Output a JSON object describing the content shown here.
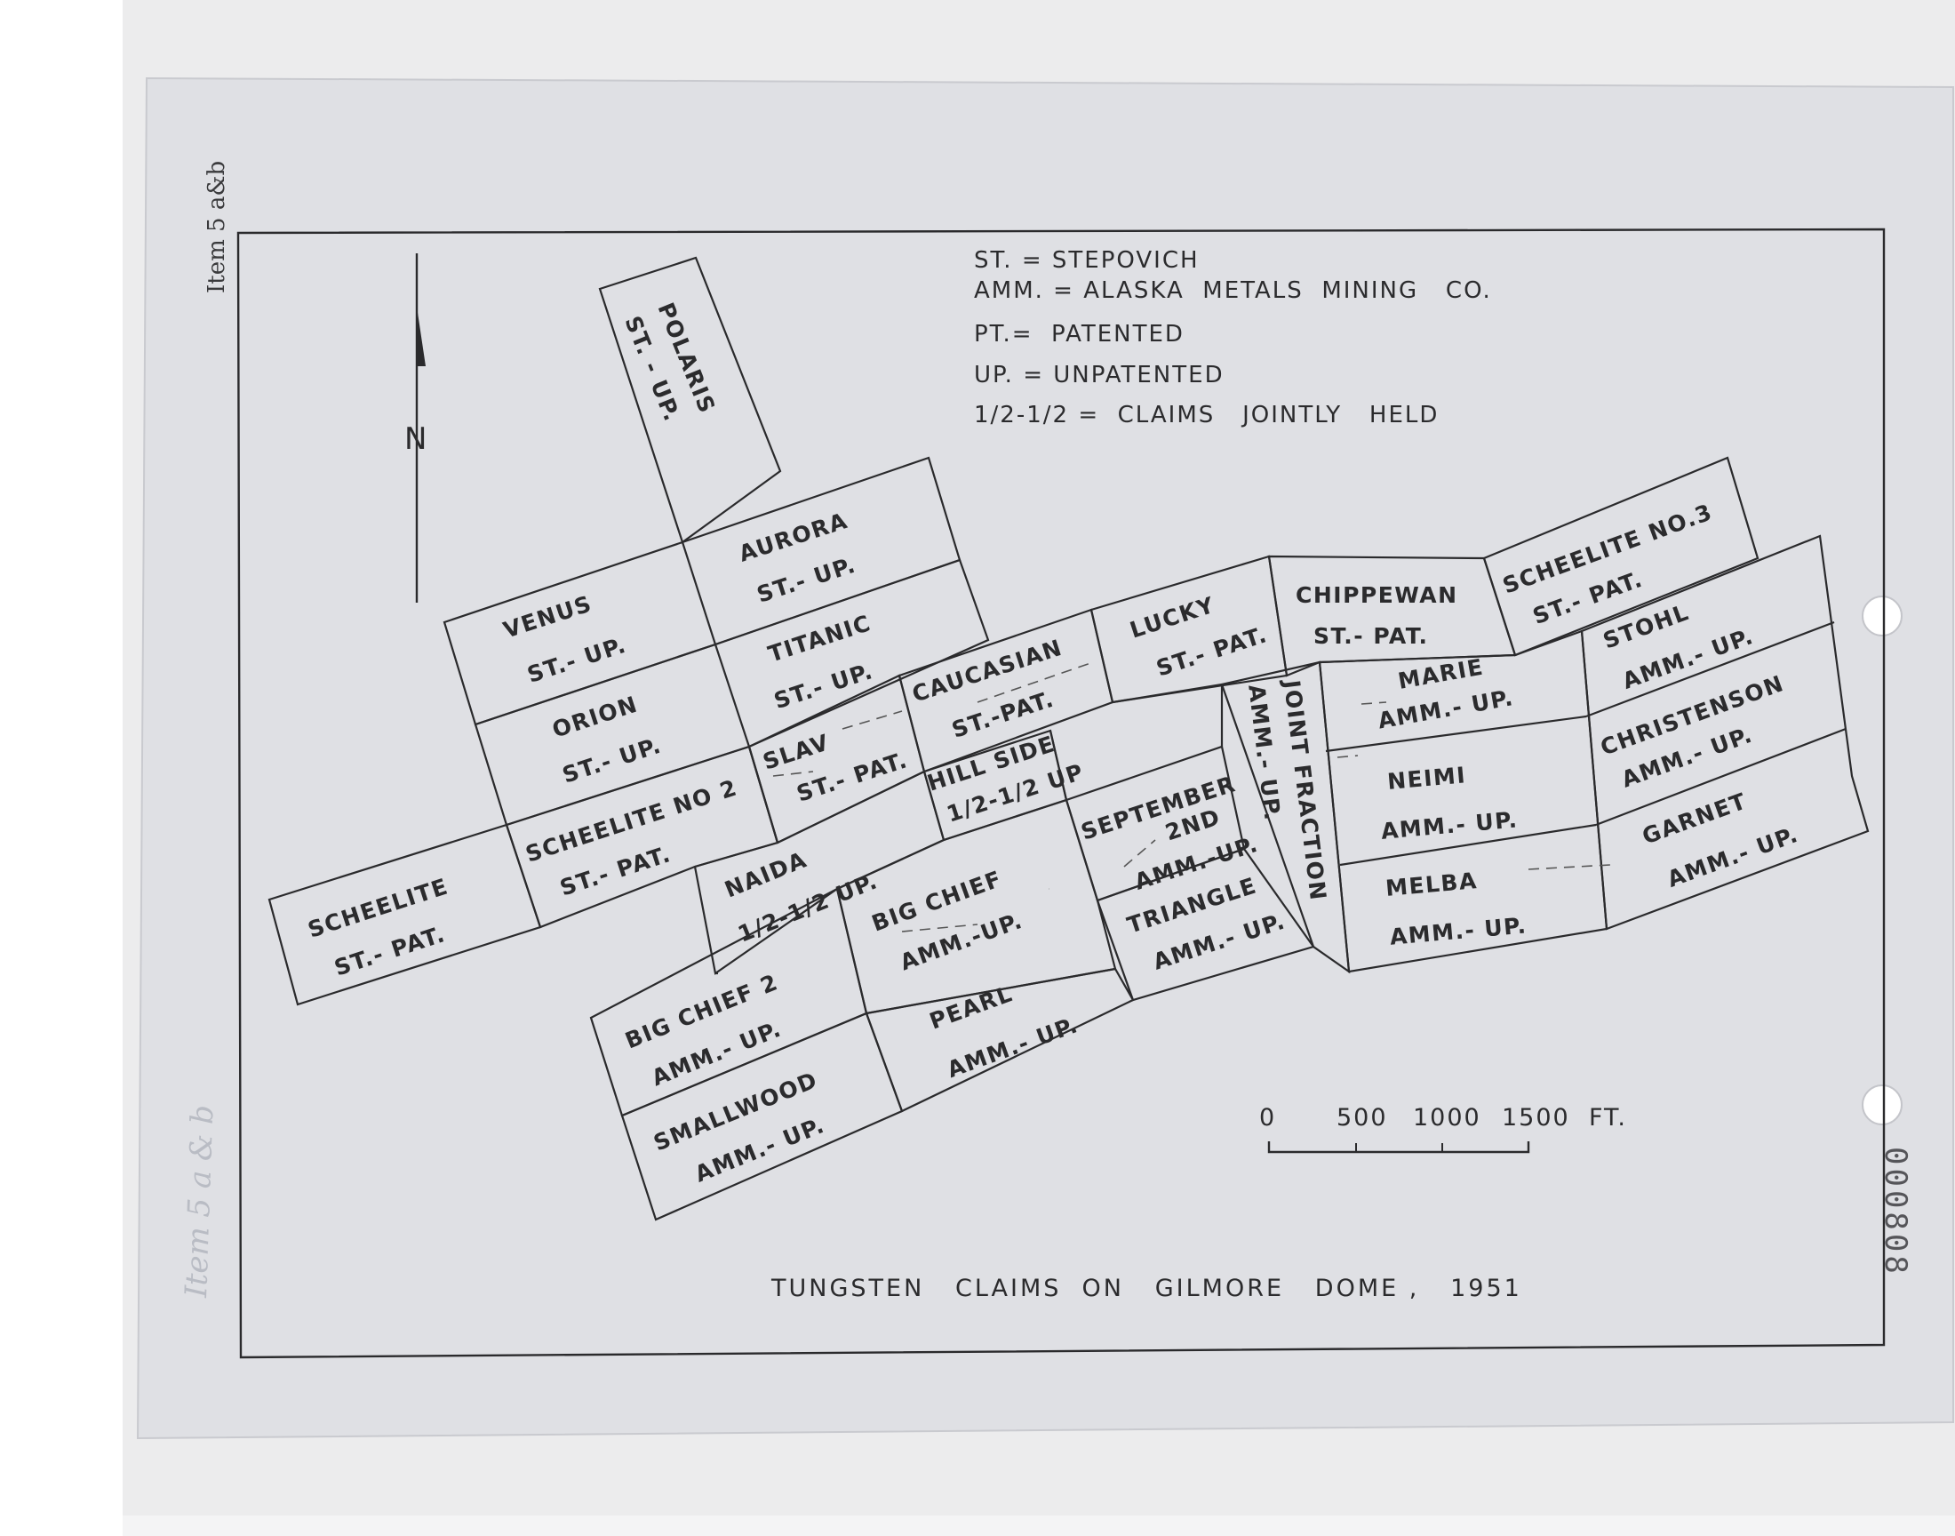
{
  "item_label": "Item 5 a&b",
  "stamp_number": "000808",
  "pencil_note": "Item 5 a & b",
  "north_label": "N",
  "legend": [
    "ST. = STEPOVICH",
    "AMM. = ALASKA  METALS  MINING   CO.",
    "PT.=  PATENTED",
    "UP. = UNPATENTED",
    "1/2-1/2 =  CLAIMS   JOINTLY   HELD"
  ],
  "scale": {
    "ticks": [
      "0",
      "500",
      "1000",
      "1500"
    ],
    "unit": "FT."
  },
  "title": "TUNGSTEN   CLAIMS  ON   GILMORE   DOME ,   1951",
  "colors": {
    "paper": "#dfe0e4",
    "ink": "#2b2b2d",
    "background": "#ececed"
  },
  "claims": [
    {
      "name": "POLARIS",
      "status": "ST. - UP."
    },
    {
      "name": "AURORA",
      "status": "ST.- UP."
    },
    {
      "name": "VENUS",
      "status": "ST.- UP."
    },
    {
      "name": "TITANIC",
      "status": "ST.- UP."
    },
    {
      "name": "ORION",
      "status": "ST.- UP."
    },
    {
      "name": "SLAV",
      "status": "ST.- PAT."
    },
    {
      "name": "CAUCASIAN",
      "status": "ST.-PAT."
    },
    {
      "name": "LUCKY",
      "status": "ST.- PAT."
    },
    {
      "name": "CHIPPEWAN",
      "status": "ST.- PAT."
    },
    {
      "name": "SCHEELITE NO.3",
      "status": "ST.- PAT."
    },
    {
      "name": "SCHEELITE NO 2",
      "status": "ST.- PAT."
    },
    {
      "name": "SCHEELITE",
      "status": "ST.- PAT."
    },
    {
      "name": "HILL SIDE",
      "status": "1/2-1/2 UP"
    },
    {
      "name": "NAIDA",
      "status": "1/2-1/2 UP."
    },
    {
      "name": "SEPTEMBER",
      "status": "2ND"
    },
    {
      "name": "AMM.-UP.",
      "status": ""
    },
    {
      "name": "JOINT FRACTION",
      "status": "AMM.- UP."
    },
    {
      "name": "MARIE",
      "status": "AMM.- UP."
    },
    {
      "name": "STOHL",
      "status": "AMM.- UP."
    },
    {
      "name": "CHRISTENSON",
      "status": "AMM.- UP."
    },
    {
      "name": "NEIMI",
      "status": "AMM.- UP."
    },
    {
      "name": "GARNET",
      "status": "AMM.- UP."
    },
    {
      "name": "MELBA",
      "status": "AMM.- UP."
    },
    {
      "name": "BIG CHIEF",
      "status": "AMM.-UP."
    },
    {
      "name": "TRIANGLE",
      "status": "AMM.- UP."
    },
    {
      "name": "BIG CHIEF 2",
      "status": "AMM.- UP."
    },
    {
      "name": "PEARL",
      "status": "AMM.- UP."
    },
    {
      "name": "SMALLWOOD",
      "status": "AMM.- UP."
    }
  ]
}
